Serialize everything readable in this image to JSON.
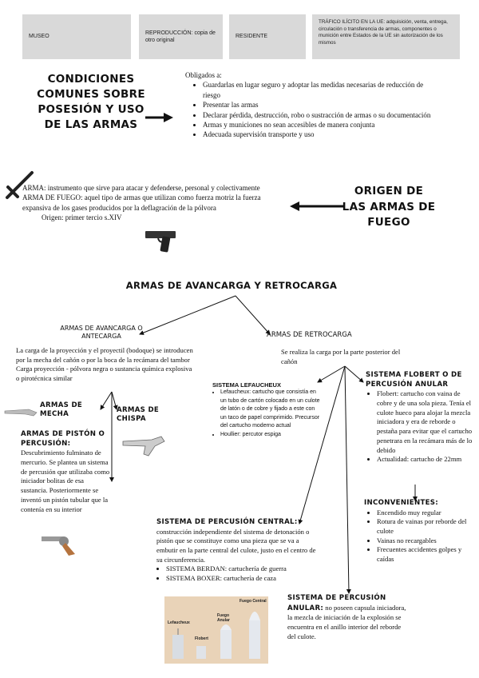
{
  "header": [
    {
      "label": "MUSEO"
    },
    {
      "label": "REPRODUCCIÓN: copia de otro original"
    },
    {
      "label": "RESIDENTE"
    },
    {
      "label": "TRÁFICO ILÍCITO EN LA UE: adquisición, venta, entrega, circulación o transferencia de armas, componentes o munición entre Estados de la UE sin autorización de los mismos"
    }
  ],
  "conditions": {
    "title": "CONDICIONES COMUNES SOBRE POSESIÓN Y USO DE LAS ARMAS",
    "intro": "Obligados a:",
    "items": [
      "Guardarlas en lugar seguro y adoptar las medidas necesarias de reducción de riesgo",
      "Presentar las armas",
      "Declarar pérdida, destrucción, robo o sustracción de armas o su documentación",
      "Armas y municiones no sean accesibles de manera conjunta",
      "Adecuada supervisión transporte y uso"
    ]
  },
  "origin": {
    "title": "ORIGEN DE LAS ARMAS DE FUEGO",
    "arma": "ARMA: instrumento que sirve para atacar y defenderse, personal y colectivamente",
    "arma_fuego": "ARMA DE FUEGO: aquel tipo de armas que utilizan como fuerza motriz la fuerza expansiva de los gases producidos por la deflagración de la pólvora",
    "origen": "Origen: primer tercio s.XIV"
  },
  "main_title": "ARMAS DE AVANCARGA Y RETROCARGA",
  "avancarga": {
    "title": "ARMAS DE AVANCARGA O ANTECARGA",
    "desc": "La carga de la proyección y el proyectil (bodoque) se introducen por la mecha del cañón o por la boca de la recámara del tambor",
    "desc2": "Carga proyección - pólvora negra o sustancia química explosiva o pirotécnica similar",
    "mecha": "ARMAS DE MECHA",
    "chispa": "ARMAS DE CHISPA",
    "piston_title": "ARMAS DE PISTÓN O PERCUSIÓN:",
    "piston_text": "Descubrimiento fulminato de mercurio. Se plantea un sistema de percusión que utilizaba como iniciador bolitas de esa sustancia. Posteriormente se inventó un pistón tubular que la contenía en su interior"
  },
  "retrocarga": {
    "title": "ARMAS DE RETROCARGA",
    "desc": "Se realiza la carga por la parte posterior del cañón",
    "lefaucheux_title": "SISTEMA LEFAUCHEUX",
    "lefaucheux_items": [
      "Lefaucheux: cartucho que consistía en un tubo de cartón colocado en un culote de latón o de cobre y fijado a este con un taco de papel comprimido. Precursor del cartucho moderno actual",
      "Houllier: percutor espiga"
    ],
    "flobert_title": "SISTEMA FLOBERT O DE PERCUSIÓN ANULAR",
    "flobert_items": [
      "Flobert: cartucho con vaina de cobre y de una sola pieza. Tenía el culote hueco para alojar la mezcla iniciadora y era de reborde o pestaña para evitar que el cartucho penetrara en la recámara más de lo debido",
      "Actualidad: cartucho de 22mm"
    ],
    "inconv_title": "INCONVENIENTES:",
    "inconv_items": [
      "Encendido muy regular",
      "Rotura de vainas por reborde del culote",
      "Vainas no recargables",
      "Frecuentes accidentes golpes y caídas"
    ],
    "central_title": "SISTEMA DE PERCUSIÓN CENTRAL:",
    "central_text": "construcción independiente del sistema de detonación o pistón que se constituye como una pieza que se va a embutir en la parte central del culote, justo en el centro de su circunferencia.",
    "central_items": [
      "SISTEMA BERDAN: cartuchería de guerra",
      "SISTEMA BOXER: cartuchería de caza"
    ],
    "anular_title": "SISTEMA DE PERCUSIÓN ANULAR:",
    "anular_text": "no poseen capsula iniciadora, la mezcla de iniciación de la explosión se encuentra en el anillo interior del reborde del culote."
  },
  "cartridge_image": {
    "labels": [
      "Lefaucheux",
      "Flobert",
      "Fuego Anular",
      "Fuego Central"
    ]
  }
}
